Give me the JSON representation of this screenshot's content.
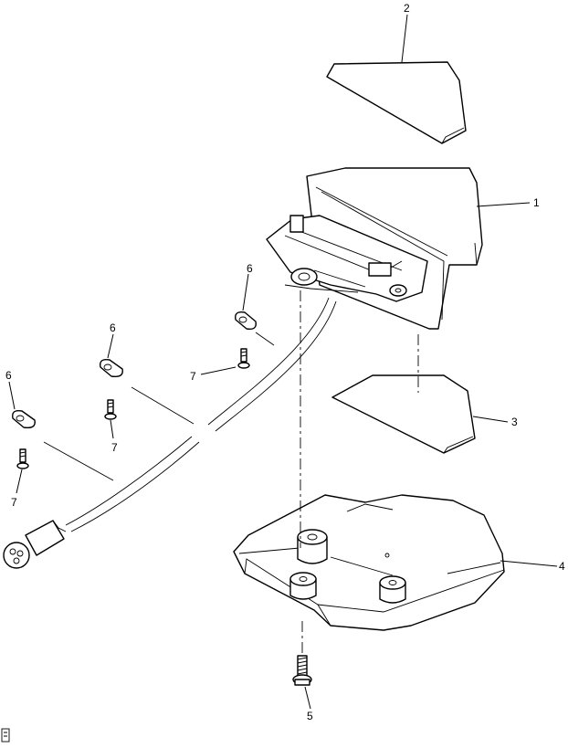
{
  "callouts": [
    {
      "id": "label-1",
      "text": "1"
    },
    {
      "id": "label-2",
      "text": "2"
    },
    {
      "id": "label-3",
      "text": "3"
    },
    {
      "id": "label-4",
      "text": "4"
    },
    {
      "id": "label-5",
      "text": "5"
    },
    {
      "id": "label-6a",
      "text": "6"
    },
    {
      "id": "label-6b",
      "text": "6"
    },
    {
      "id": "label-6c",
      "text": "6"
    },
    {
      "id": "label-7a",
      "text": "7"
    },
    {
      "id": "label-7b",
      "text": "7"
    },
    {
      "id": "label-7c",
      "text": "7"
    }
  ],
  "colors": {
    "line": "#000000",
    "fill": "#ffffff"
  }
}
